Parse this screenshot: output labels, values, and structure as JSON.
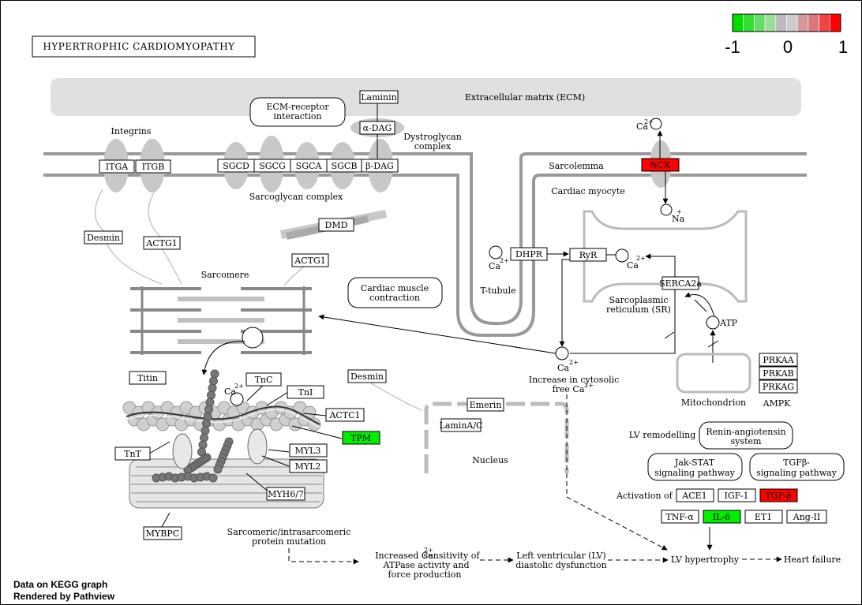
{
  "title": "HYPERTROPHIC CARDIOMYOPATHY",
  "legend": {
    "labels": [
      "-1",
      "0",
      "1"
    ],
    "colors": [
      "#00dd00",
      "#33dd33",
      "#66dd66",
      "#99dd99",
      "#bbbbbb",
      "#cccccc",
      "#d49a9a",
      "#dd7777",
      "#ee4444",
      "#ff0000"
    ]
  },
  "credit": [
    "Data on KEGG graph",
    "Rendered by Pathview"
  ],
  "colors": {
    "up": "#ff0000",
    "down": "#00ee00",
    "neutral": "#ffffff"
  },
  "genes": {
    "laminin": "Laminin",
    "adag": "α-DAG",
    "bdag": "β-DAG",
    "itga": "ITGA",
    "itgb": "ITGB",
    "sgcd": "SGCD",
    "sgcg": "SGCG",
    "sgca": "SGCA",
    "sgcb": "SGCB",
    "ncx": "NCX",
    "desmin1": "Desmin",
    "actg1a": "ACTG1",
    "dmd": "DMD",
    "actg1b": "ACTG1",
    "dhpr": "DHPR",
    "ryr": "RyR",
    "serca2a": "SERCA2a",
    "titin": "Titin",
    "tnc": "TnC",
    "tni": "TnI",
    "desmin2": "Desmin",
    "actc1": "ACTC1",
    "tpm": "TPM",
    "tnt": "TnT",
    "myl3": "MYL3",
    "myl2": "MYL2",
    "myh67": "MYH6/7",
    "mybpc": "MYBPC",
    "emerin": "Emerin",
    "lamina": "LaminA/C",
    "prkaa": "PRKAA",
    "prkab": "PRKAB",
    "prkag": "PRKAG",
    "ace1": "ACE1",
    "igf1": "IGF-1",
    "tgfb": "TGF-β",
    "tnfa": "TNF-α",
    "il6": "IL-6",
    "et1": "ET1",
    "ang2": "Ang-II"
  },
  "labels": {
    "ecm": "Extracellular matrix (ECM)",
    "ecm_receptor": [
      "ECM-receptor",
      "interaction"
    ],
    "integrins": "Integrins",
    "dystroglycan": [
      "Dystroglycan",
      "complex"
    ],
    "sarcolemma": "Sarcolemma",
    "cardiac_myocyte": "Cardiac myocyte",
    "sarcoglycan": "Sarcoglycan complex",
    "sarcomere": "Sarcomere",
    "cardiac_muscle": [
      "Cardiac muscle",
      "contraction"
    ],
    "t_tubule": "T-tubule",
    "sr": [
      "Sarcoplasmic",
      "reticulum (SR)"
    ],
    "atp": "ATP",
    "ca": "Ca",
    "na": "Na",
    "increase_ca": [
      "Increase in cytosolic",
      "free Ca"
    ],
    "mitochondrion": "Mitochondrion",
    "ampk": "AMPK",
    "nucleus": "Nucleus",
    "lv_remodelling": "LV remodelling",
    "renin": [
      "Renin-angiotensin",
      "system"
    ],
    "jak_stat": [
      "Jak-STAT",
      "signaling pathway"
    ],
    "tgfb_path": [
      "TGFβ-",
      "signaling pathway"
    ],
    "activation_of": "Activation of :",
    "sarcomeric_mutation": [
      "Sarcomeric/intrasarcomeric",
      "protein mutation"
    ],
    "increased_ca": [
      "Increased Ca",
      "sensitivity of",
      "ATPase activity and",
      "force production"
    ],
    "lv_dysfunction": [
      "Left ventricular (LV)",
      "diastolic dysfunction"
    ],
    "lv_hypertrophy": "LV hypertrophy",
    "heart_failure": "Heart failure",
    "sup_2plus": "2+",
    "sup_plus": "+"
  }
}
